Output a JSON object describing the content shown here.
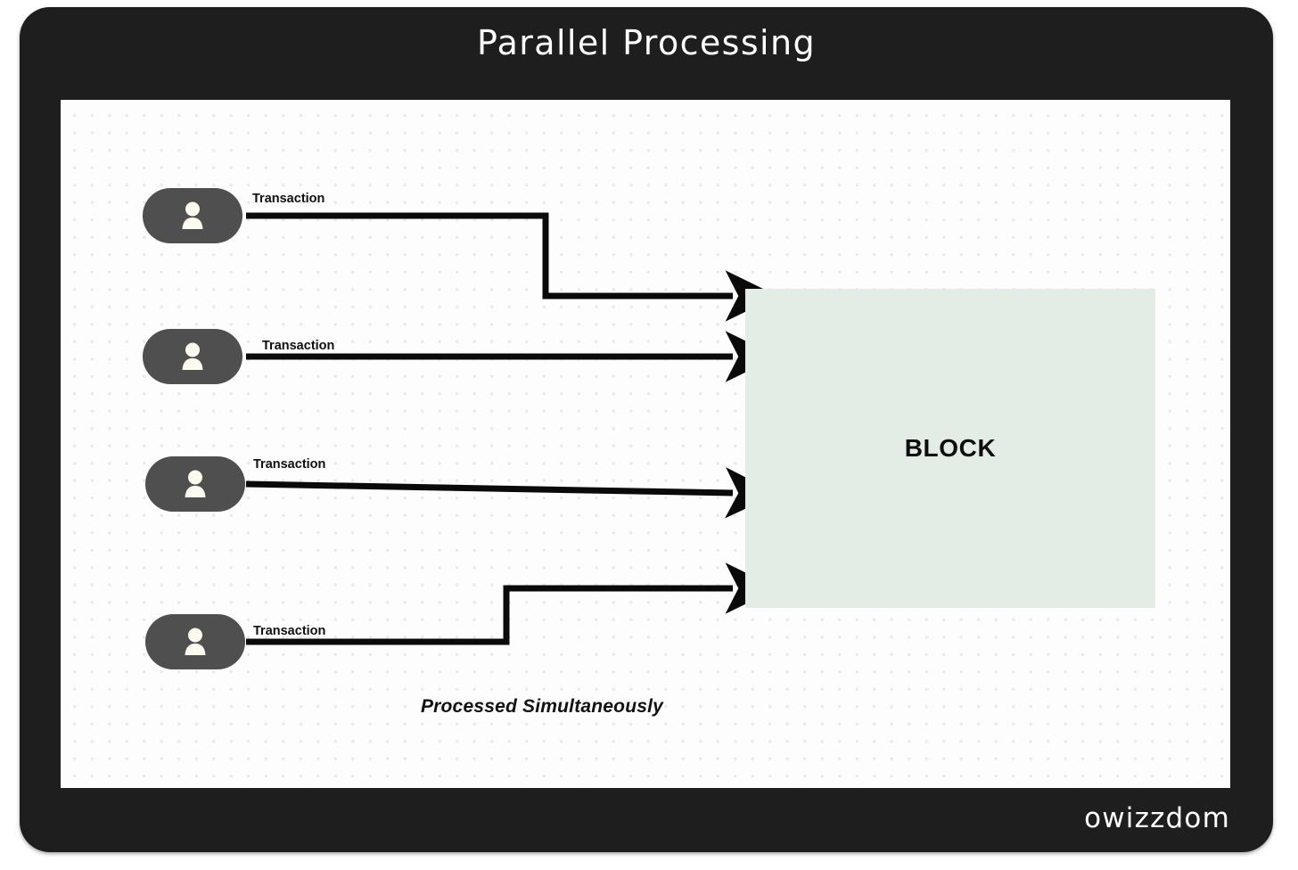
{
  "title": "Parallel Processing",
  "watermark": "owizzdom",
  "colors": {
    "frame": "#1e1e1e",
    "canvas": "#fdfdfd",
    "dot_grid": "#e6eaee",
    "actor_pill": "#4f4f4f",
    "actor_icon": "#fbfbf0",
    "block_fill": "#e4ece6",
    "connector": "#0a0a0a",
    "text": "#111111",
    "title_text": "#ffffff"
  },
  "canvas": {
    "block": {
      "label": "BLOCK",
      "icon": "block-rectangle"
    },
    "caption": "Processed Simultaneously",
    "actors": [
      {
        "id": "actor-1",
        "icon": "person-icon",
        "edge_label": "Transaction"
      },
      {
        "id": "actor-2",
        "icon": "person-icon",
        "edge_label": "Transaction"
      },
      {
        "id": "actor-3",
        "icon": "person-icon",
        "edge_label": "Transaction"
      },
      {
        "id": "actor-4",
        "icon": "person-icon",
        "edge_label": "Transaction"
      }
    ]
  }
}
